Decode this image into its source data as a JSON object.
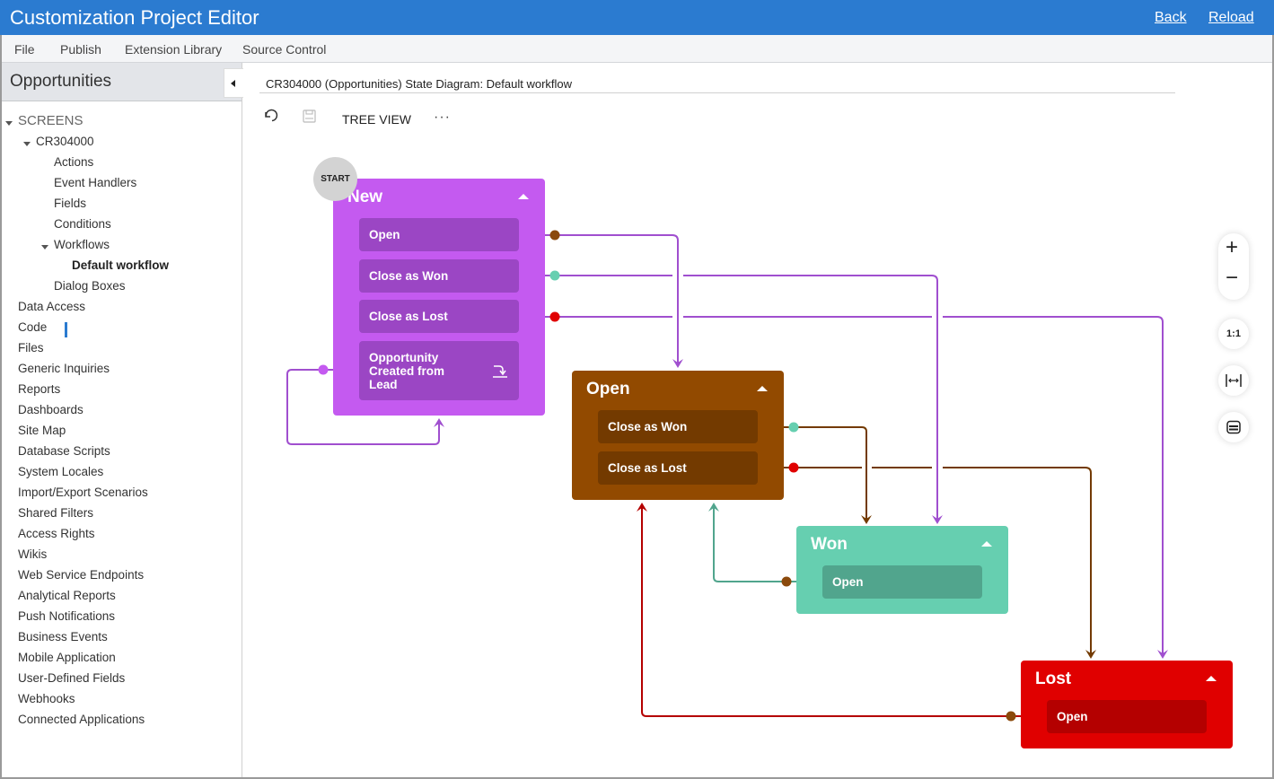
{
  "app": {
    "title": "Customization Project Editor",
    "back": "Back",
    "reload": "Reload"
  },
  "menu": [
    "File",
    "Publish",
    "Extension Library",
    "Source Control"
  ],
  "sidebar": {
    "title": "Opportunities",
    "section": "SCREENS",
    "screen": "CR304000",
    "screen_children": [
      "Actions",
      "Event Handlers",
      "Fields",
      "Conditions",
      "Workflows"
    ],
    "workflow_selected": "Default workflow",
    "after_workflows": "Dialog Boxes",
    "items": [
      "Data Access",
      "Code",
      "Files",
      "Generic Inquiries",
      "Reports",
      "Dashboards",
      "Site Map",
      "Database Scripts",
      "System Locales",
      "Import/Export Scenarios",
      "Shared Filters",
      "Access Rights",
      "Wikis",
      "Web Service Endpoints",
      "Analytical Reports",
      "Push Notifications",
      "Business Events",
      "Mobile Application",
      "User-Defined Fields",
      "Webhooks",
      "Connected Applications"
    ]
  },
  "main": {
    "heading": "CR304000 (Opportunities) State Diagram: Default workflow",
    "toolbar": {
      "tree_view": "TREE VIEW",
      "more": "···"
    },
    "start_label": "START",
    "zoom_controls": {
      "plus": "+",
      "minus": "−",
      "one_to_one": "1:1"
    }
  },
  "states": {
    "new": {
      "name": "New",
      "color": "#c45af0",
      "action_color": "#9b46c4",
      "actions": [
        "Open",
        "Close as Won",
        "Close as Lost",
        "Opportunity Created from Lead"
      ]
    },
    "open": {
      "name": "Open",
      "color": "#924a00",
      "action_color": "#733a00",
      "actions": [
        "Close as Won",
        "Close as Lost"
      ]
    },
    "won": {
      "name": "Won",
      "color": "#66cfb0",
      "action_color": "#51a58d",
      "actions": [
        "Open"
      ]
    },
    "lost": {
      "name": "Lost",
      "color": "#e00000",
      "action_color": "#b40000",
      "actions": [
        "Open"
      ]
    }
  }
}
